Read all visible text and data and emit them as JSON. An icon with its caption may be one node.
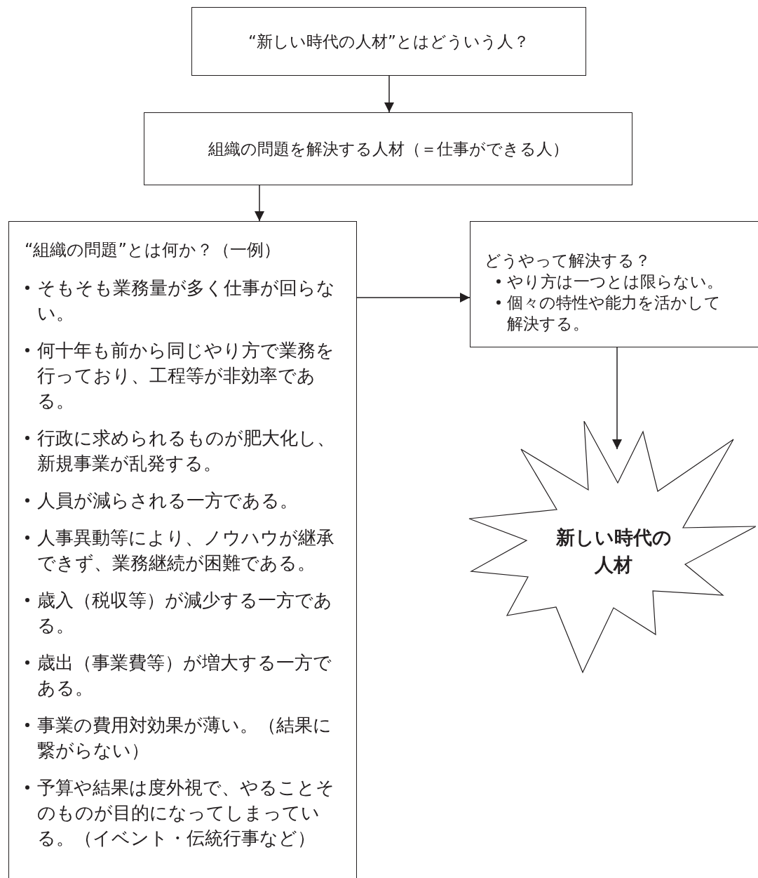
{
  "diagram": {
    "nodes": [
      {
        "text": [
          "“新しい時代の人材”とはどういう人？"
        ]
      },
      {
        "text": [
          "組織の問題を解決する人材（＝仕事ができる人）"
        ]
      },
      {
        "text": [
          "“組織の問題”とは何か？（一例）",
          "そもそも業務量が多く仕事が回らない。",
          "何十年も前から同じやり方で業務を行っており、工程等が非効率である。",
          "行政に求められるものが肥大化し、新規事業が乱発する。",
          "人員が減らされる一方である。",
          "人事異動等により、ノウハウが継承できず、業務継続が困難である。",
          "歳入（税収等）が減少する一方である。",
          "歳出（事業費等）が増大する一方である。",
          "事業の費用対効果が薄い。（結果に繋がらない）",
          "予算や結果は度外視で、やることそのものが目的になってしまっている。（イベント・伝統行事など）"
        ]
      },
      {
        "text": [
          "どうやって解決する？",
          "やり方は一つとは限らない。",
          "個々の特性や能力を活かして解決する。"
        ]
      },
      {
        "text": [
          "新しい時代の人材"
        ]
      }
    ],
    "edges": [
      {
        "from": 0,
        "to": 1,
        "arrow": "to"
      },
      {
        "from": 1,
        "to": 2,
        "arrow": "to"
      },
      {
        "from": 2,
        "to": 3,
        "arrow": "to"
      },
      {
        "from": 3,
        "to": 4,
        "arrow": "to"
      }
    ]
  }
}
